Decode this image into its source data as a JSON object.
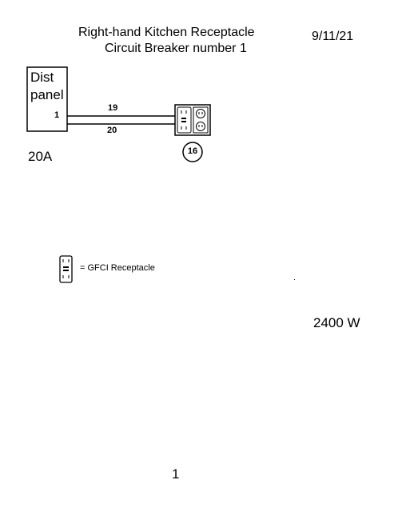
{
  "header": {
    "title_line1": "Right-hand Kitchen Receptacle",
    "title_line2": "Circuit Breaker number  1",
    "date": "9/11/21"
  },
  "panel": {
    "label_line1": "Dist",
    "label_line2": "panel",
    "breaker_number": "1",
    "breaker_rating": "20A"
  },
  "wires": {
    "top_label": "19",
    "bottom_label": "20"
  },
  "receptacle": {
    "number": "16",
    "icon": "gfci-duplex-receptacle-icon"
  },
  "legend": {
    "text": "=  GFCI Receptacle",
    "icon": "gfci-receptacle-icon"
  },
  "load": {
    "wattage": "2400 W"
  },
  "page": {
    "number": "1"
  }
}
